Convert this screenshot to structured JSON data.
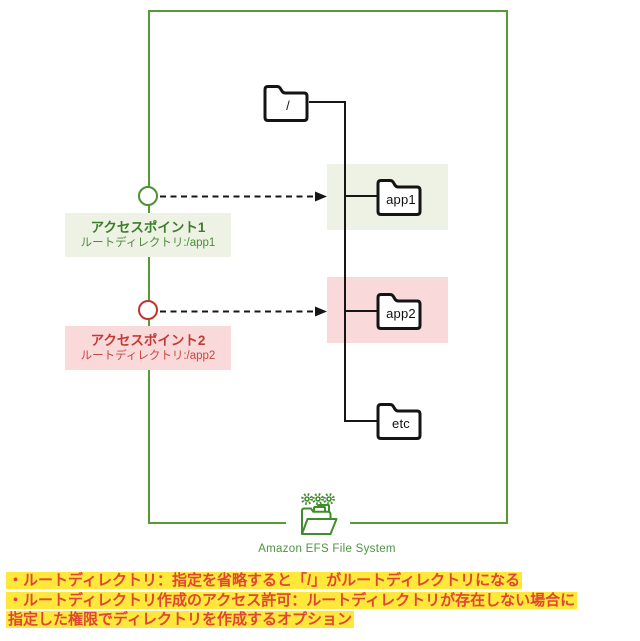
{
  "diagram": {
    "tree": {
      "root": {
        "label": "/"
      },
      "children": [
        {
          "label": "app1",
          "highlight": "#edf2e5"
        },
        {
          "label": "app2",
          "highlight": "#f9d9da"
        },
        {
          "label": "etc",
          "highlight": "none"
        }
      ]
    },
    "access_points": [
      {
        "title": "アクセスポイント1",
        "subtitle": "ルートディレクトリ:/app1",
        "accent": "#3c7d2b",
        "bg": "#edf2e5"
      },
      {
        "title": "アクセスポイント2",
        "subtitle": "ルートディレクトリ:/app2",
        "accent": "#c23b33",
        "bg": "#f9d9da"
      }
    ],
    "efs_label": "Amazon EFS File System",
    "colors": {
      "boundary_green": "#569a31",
      "efs_icon_green": "#3f8e2b",
      "line_black": "#161616",
      "note_text": "#df4538",
      "note_highlight": "#ffe83a"
    }
  },
  "notes": {
    "lines": [
      "・ルートディレクトリ：指定を省略すると「/」がルートディレクトリになる",
      "・ルートディレクトリ作成のアクセス許可：ルートディレクトリが存在しない場合に",
      "指定した権限でディレクトリを作成するオプション"
    ]
  }
}
